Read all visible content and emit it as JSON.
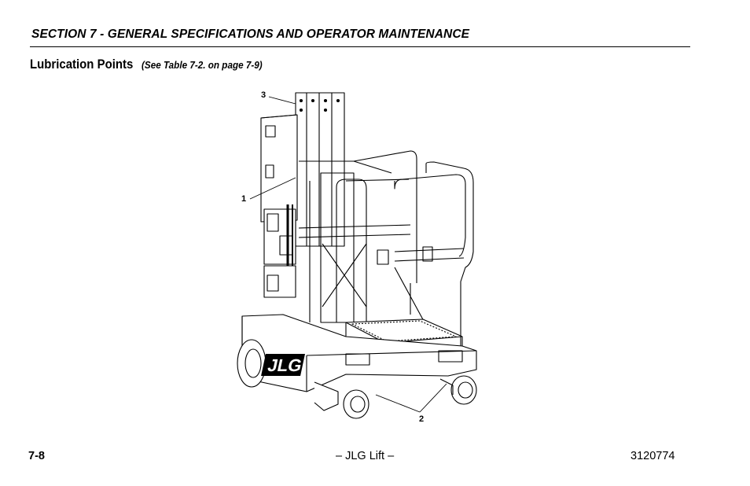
{
  "header": {
    "section_title": "SECTION 7 - GENERAL SPECIFICATIONS AND OPERATOR MAINTENANCE"
  },
  "heading": {
    "title": "Lubrication Points",
    "reference": "(See Table 7-2. on page 7-9)"
  },
  "figure": {
    "callouts": [
      "1",
      "2",
      "3"
    ],
    "logo_text": "JLG"
  },
  "footer": {
    "page_number": "7-8",
    "center_text": "– JLG Lift –",
    "document_number": "3120774"
  }
}
